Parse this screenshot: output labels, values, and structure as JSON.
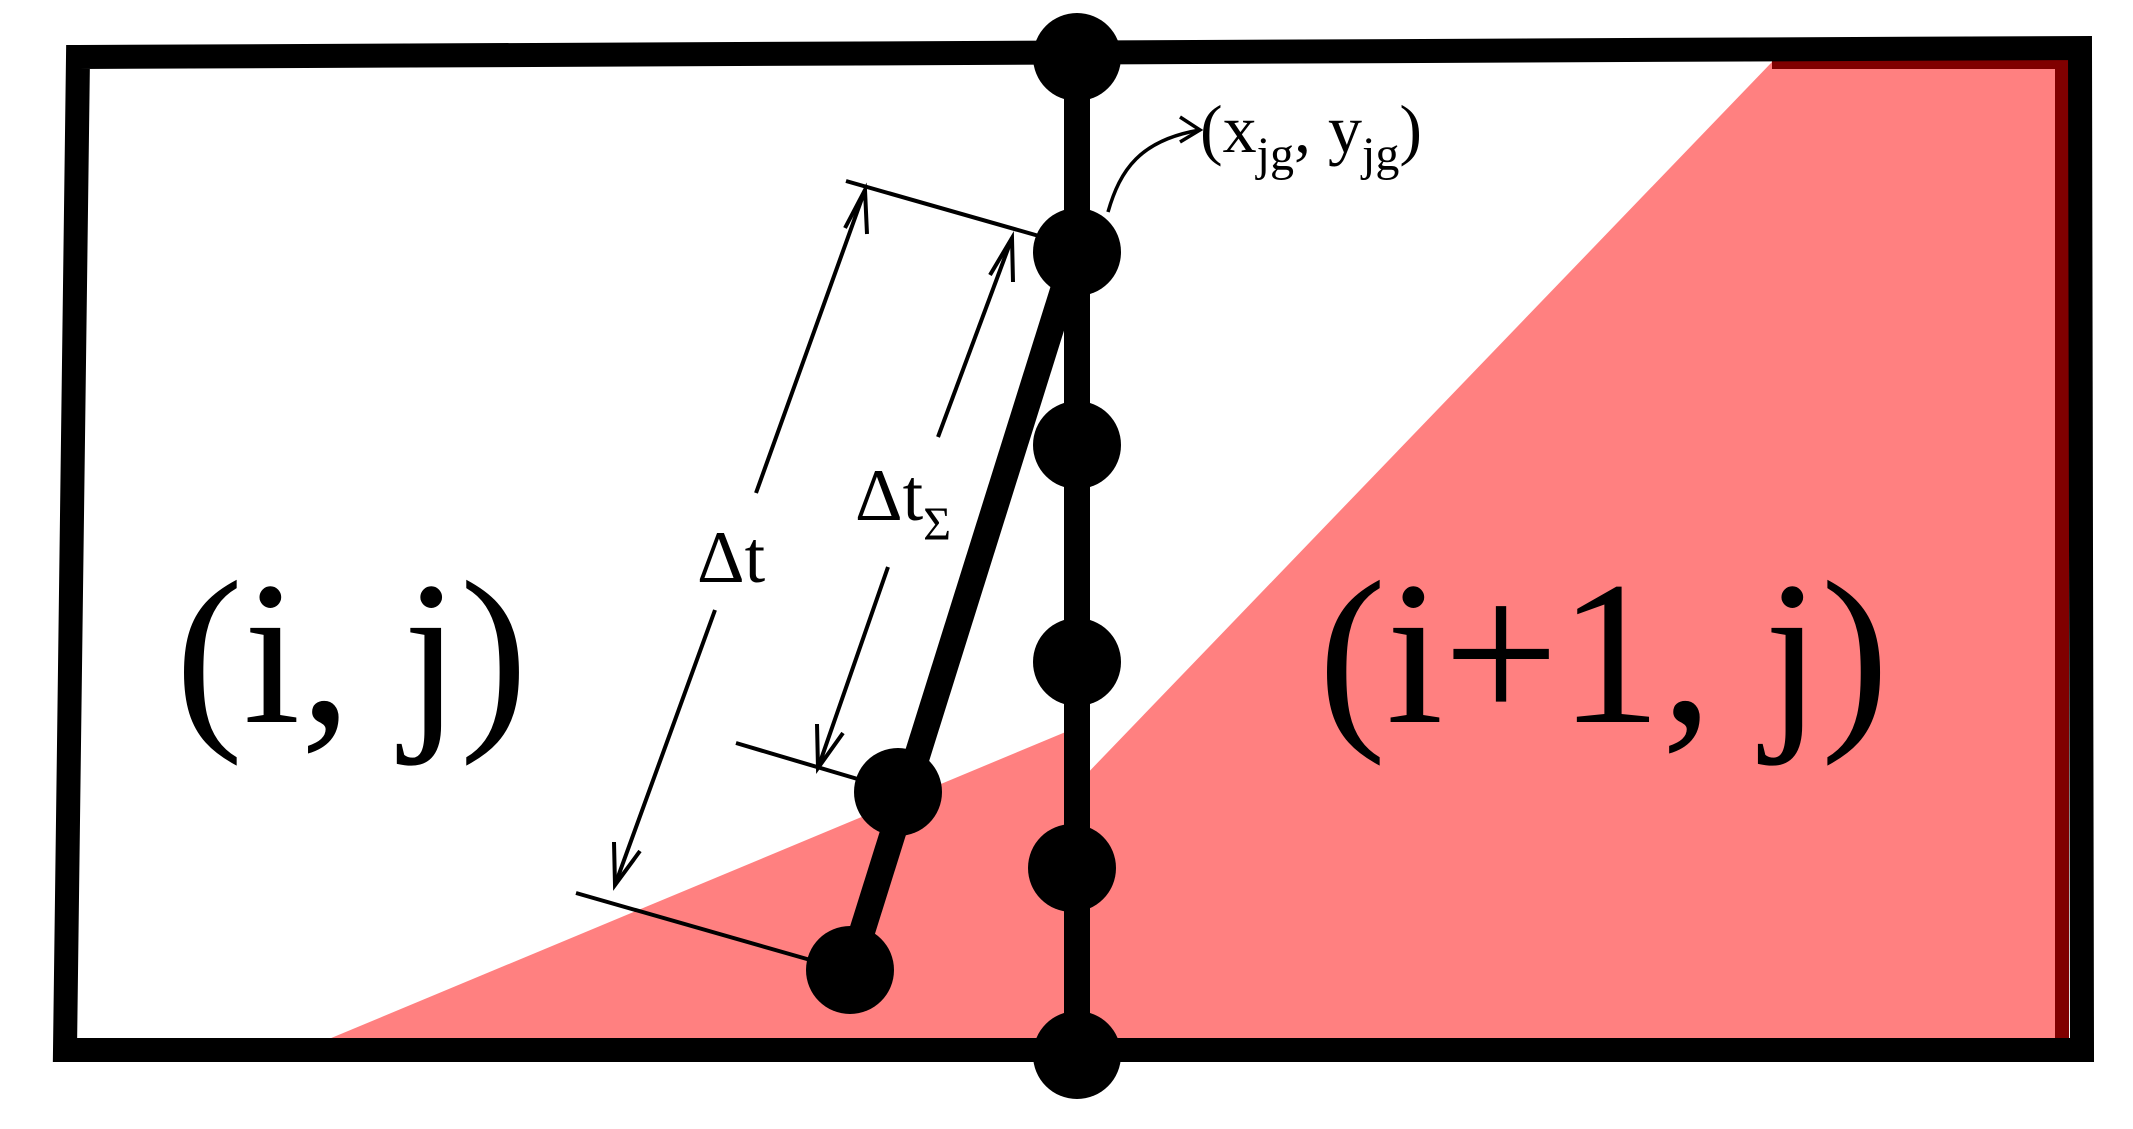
{
  "labels": {
    "left_cell": "(i, j)",
    "right_cell": "(i+1, j)",
    "dt": "Δt",
    "dt_sigma_base": "Δt",
    "dt_sigma_sub": "Σ",
    "coord_open": "(x",
    "coord_sub_x": "jg",
    "coord_mid": ", y",
    "coord_sub_y": "jg",
    "coord_close": ")"
  },
  "colors": {
    "outline": "#000000",
    "fill": "#ff8080",
    "fill_edge": "#800000",
    "background": "#ffffff"
  }
}
